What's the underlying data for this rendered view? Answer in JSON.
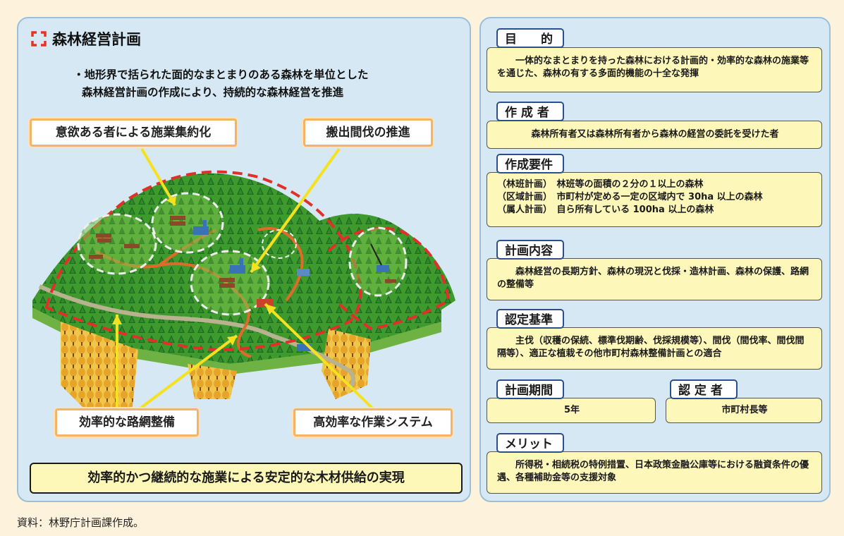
{
  "left": {
    "title": "森林経営計画",
    "intro_line1": "・地形界で括られた面的なまとまりのある森林を単位とした",
    "intro_line2": "森林経営計画の作成により、持続的な森林経営を推進",
    "callouts": {
      "consolidation": "意欲ある者による施業集約化",
      "thinning": "搬出間伐の推進",
      "road_network": "効率的な路網整備",
      "work_system": "高効率な作業システム"
    },
    "banner": "効率的かつ継続的な施業による安定的な木材供給の実現"
  },
  "right": {
    "purpose": {
      "head": "目　　的",
      "text": "一体的なまとまりを持った森林における計画的・効率的な森林の施業等を通じた、森林の有する多面的機能の十全な発揮"
    },
    "creator": {
      "head": "作 成 者",
      "text": "森林所有者又は森林所有者から森林の経営の委託を受けた者"
    },
    "requirements": {
      "head": "作成要件",
      "rows": [
        "（林班計画）　林班等の面積の２分の１以上の森林",
        "（区域計画）　市町村が定める一定の区域内で 30ha 以上の森林",
        "（属人計画）　自ら所有している 100ha 以上の森林"
      ]
    },
    "contents": {
      "head": "計画内容",
      "text": "森林経営の長期方針、森林の現況と伐採・造林計画、森林の保護、路網の整備等"
    },
    "criteria": {
      "head": "認定基準",
      "text": "主伐（収穫の保続、標準伐期齢、伐採規模等）、間伐（間伐率、間伐間隔等）、適正な植栽その他市町村森林整備計画との適合"
    },
    "period": {
      "head": "計画期間",
      "text": "5年"
    },
    "approver": {
      "head": "認 定 者",
      "text": "市町村長等"
    },
    "merit": {
      "head": "メリット",
      "text": "所得税・相続税の特例措置、日本政策金融公庫等における融資条件の優遇、各種補助金等の支援対象"
    }
  },
  "source": "資料：林野庁計画課作成。",
  "colors": {
    "panel": "#d6e8f4",
    "panel_border": "#9cc0da",
    "box_fill": "#fdf7ba",
    "head_border": "#2a4f8c",
    "callout_border": "#f3b46a",
    "boundary_dash": "#e0302a",
    "arrow": "#f5e11f"
  }
}
